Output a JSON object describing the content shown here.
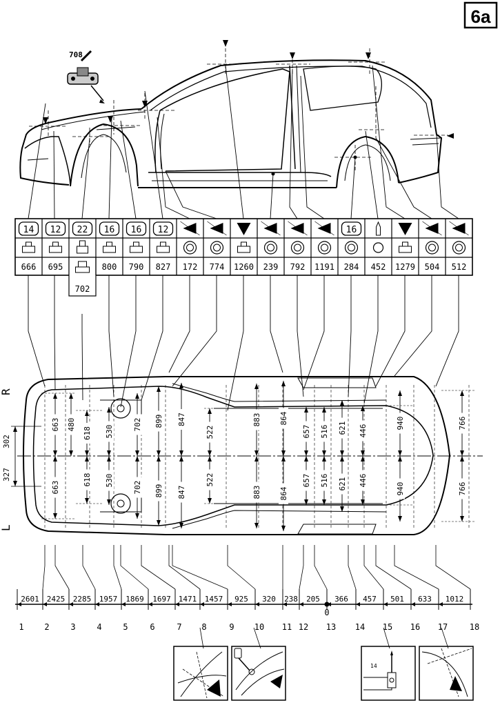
{
  "page_badge": "6a",
  "tool_label": "708",
  "fixture_codes": [
    "14",
    "12",
    "22",
    "16",
    "16",
    "12",
    "◀",
    "◀",
    "▼",
    "◀",
    "◀",
    "◀",
    "16",
    "△",
    "▼",
    "◀",
    "◀"
  ],
  "fixture_values": [
    "666",
    "695",
    "702",
    "800",
    "790",
    "827",
    "172",
    "774",
    "1260",
    "239",
    "792",
    "1191",
    "284",
    "452",
    "1279",
    "504",
    "512"
  ],
  "side_labels": {
    "right": "R",
    "left": "L"
  },
  "vertical_dims_top": [
    "663",
    "480",
    "618",
    "530",
    "702",
    "899",
    "847",
    "522",
    "883",
    "864",
    "657",
    "516",
    "621",
    "446",
    "940",
    "766"
  ],
  "vertical_dims_bottom": [
    "663",
    "618",
    "530",
    "702",
    "899",
    "847",
    "522",
    "883",
    "864",
    "657",
    "516",
    "621",
    "446",
    "940",
    "766"
  ],
  "left_offsets": [
    "302",
    "327"
  ],
  "bottom_dims": [
    "2601",
    "2425",
    "2285",
    "1957",
    "1869",
    "1697",
    "1471",
    "1457",
    "925",
    "320",
    "238",
    "205",
    "366",
    "457",
    "501",
    "633",
    "1012"
  ],
  "datum_zero": "0",
  "point_numbers": [
    "1",
    "2",
    "3",
    "4",
    "5",
    "6",
    "7",
    "8",
    "9",
    "10",
    "11",
    "12",
    "13",
    "14",
    "15",
    "16",
    "17",
    "18"
  ],
  "detail_labels": [
    "14"
  ]
}
